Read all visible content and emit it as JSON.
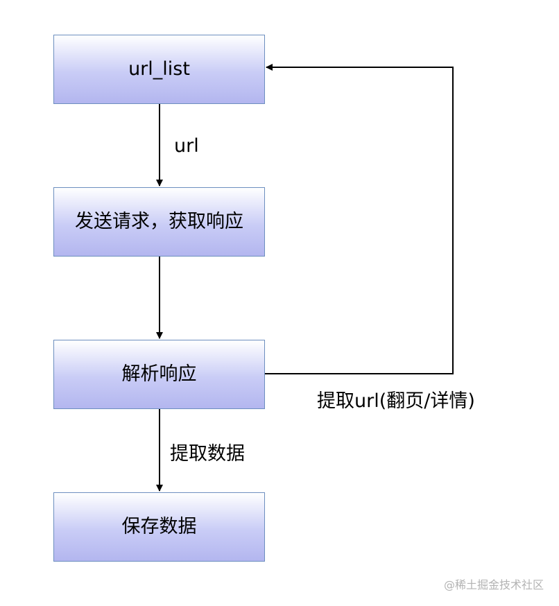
{
  "nodes": {
    "url_list": "url_list",
    "send_request": "发送请求，获取响应",
    "parse_response": "解析响应",
    "save_data": "保存数据"
  },
  "edges": {
    "url_list_to_send": "url",
    "parse_to_save": "提取数据",
    "parse_to_url_list": "提取url(翻页/详情)"
  },
  "watermark": "@稀土掘金技术社区",
  "colors": {
    "box_border": "#6c8ebf",
    "box_fill_top": "#ffffff",
    "box_fill_bottom": "#b3b6ef",
    "edge": "#000000"
  }
}
